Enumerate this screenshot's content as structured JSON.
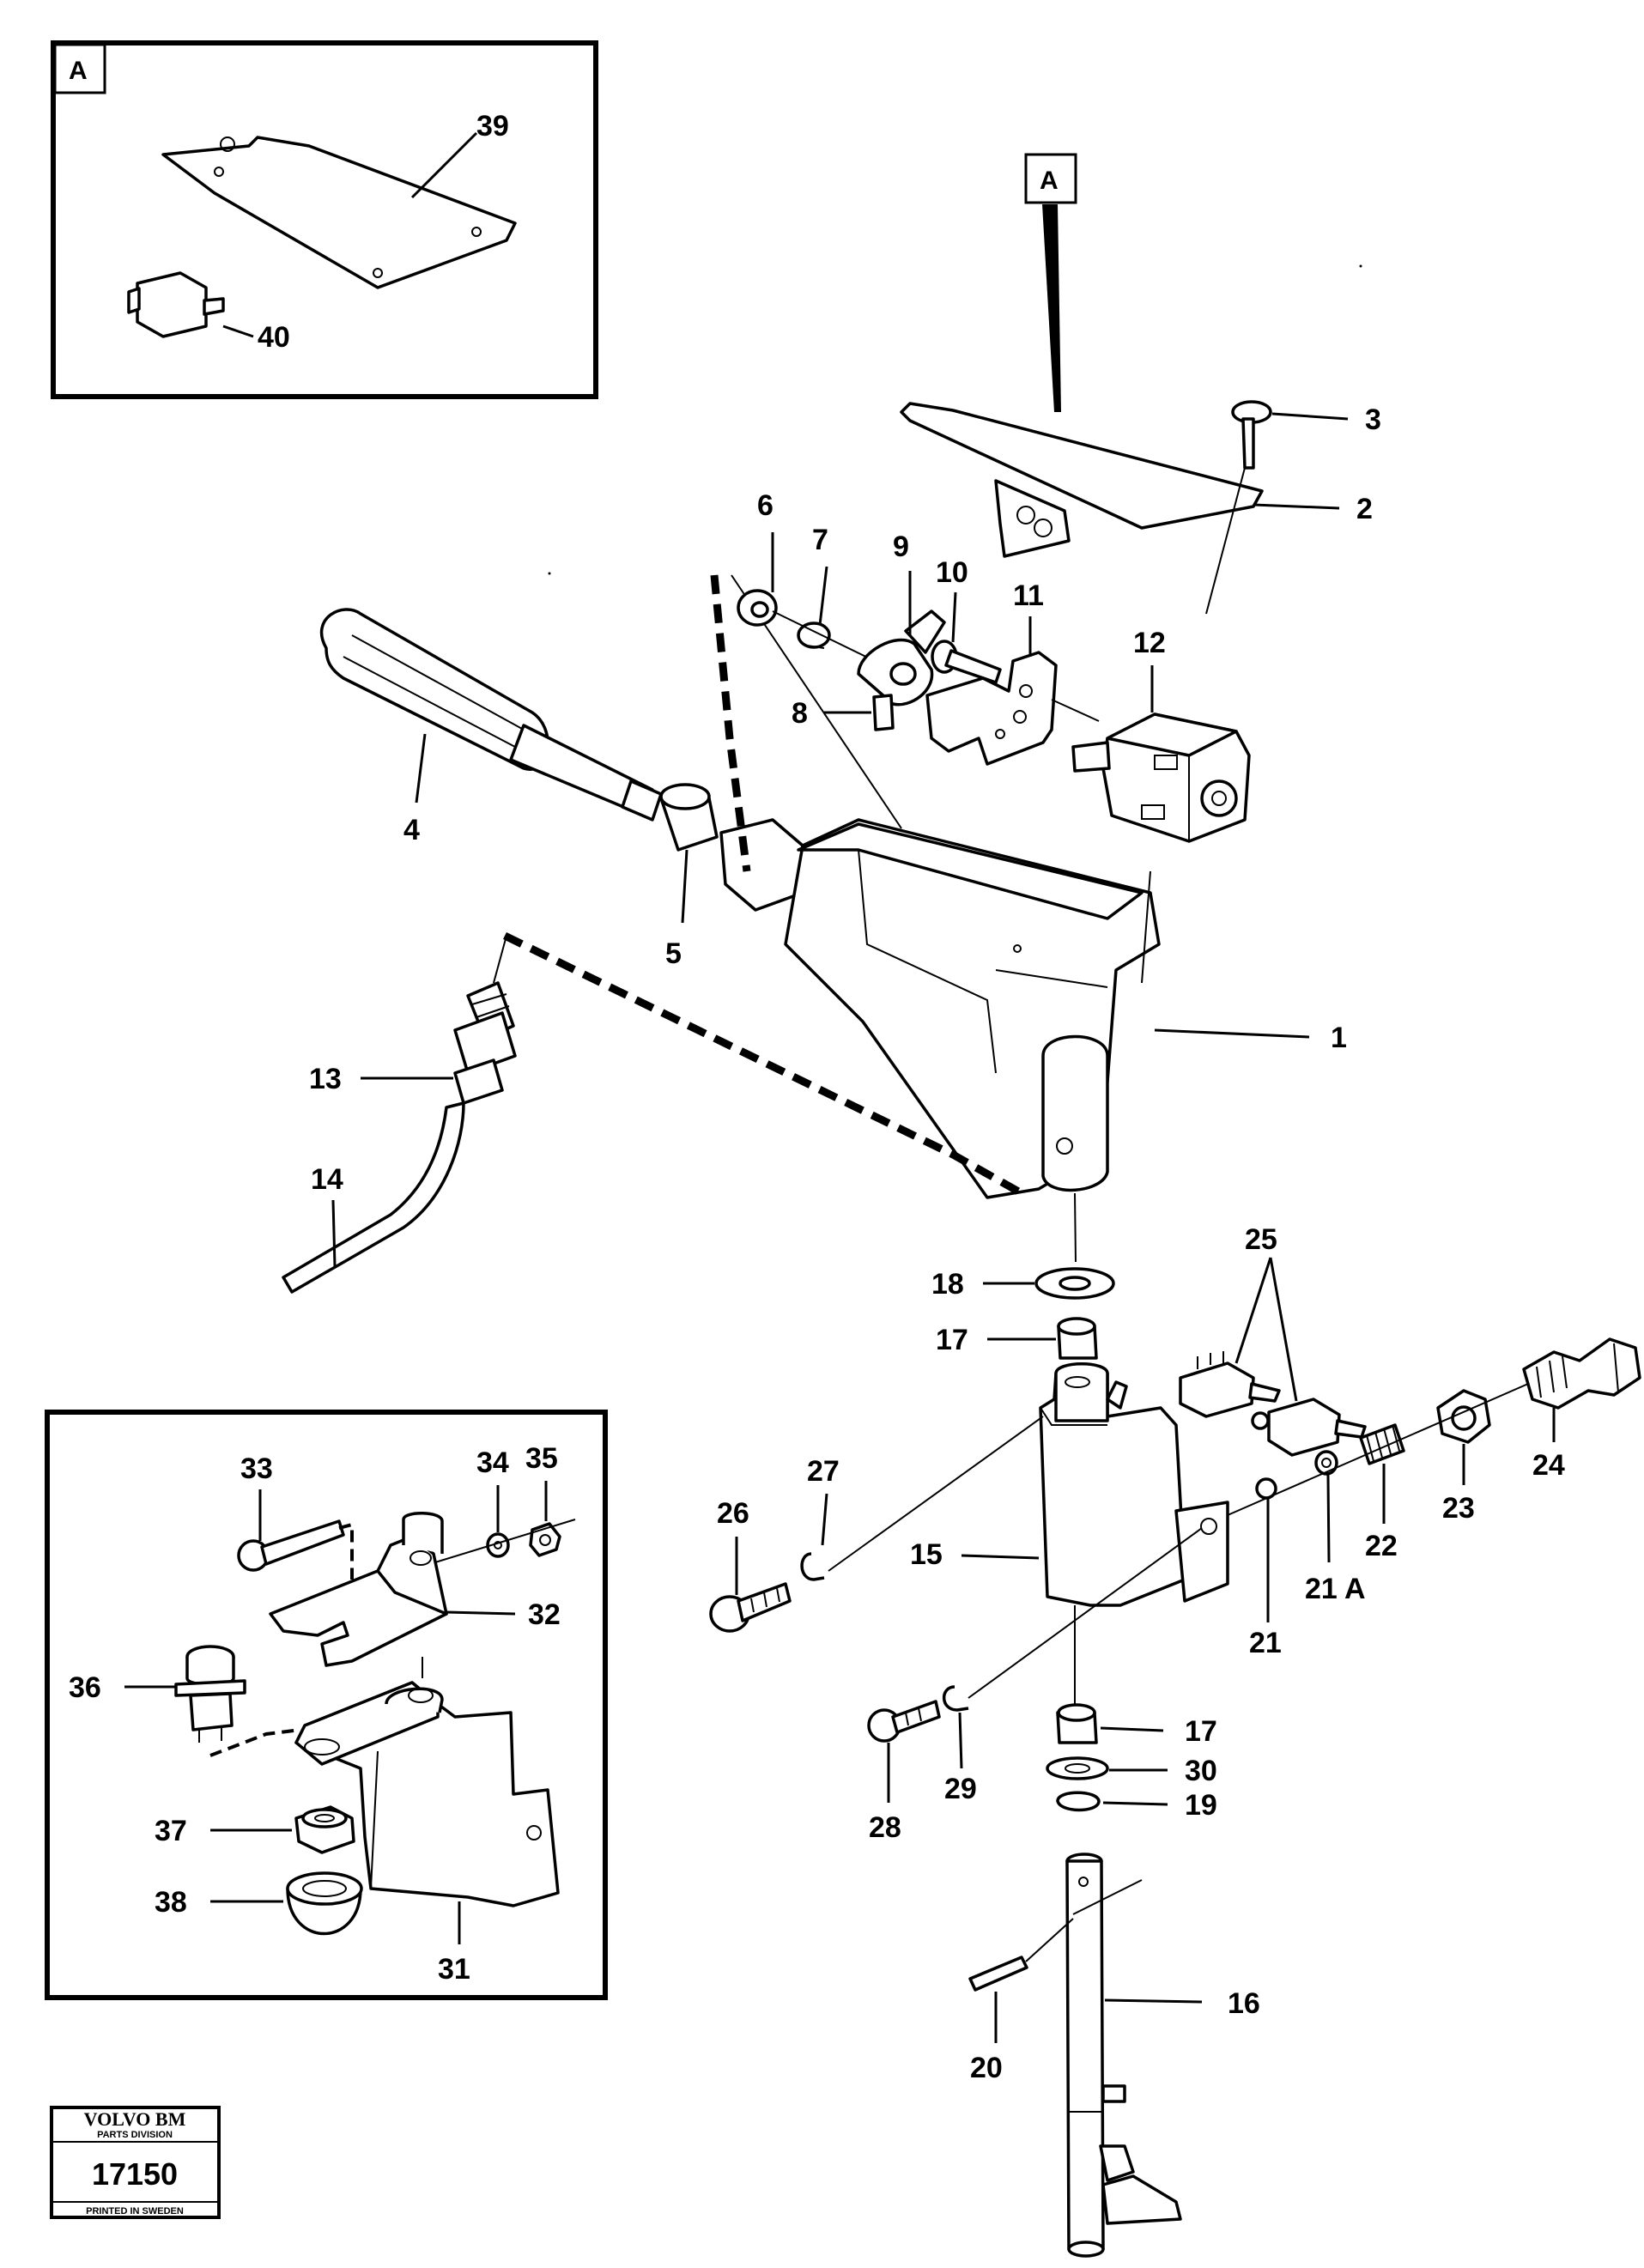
{
  "callouts": {
    "p1": "1",
    "p2": "2",
    "p3": "3",
    "p4": "4",
    "p5": "5",
    "p6": "6",
    "p7": "7",
    "p8": "8",
    "p9": "9",
    "p10": "10",
    "p11": "11",
    "p12": "12",
    "p13": "13",
    "p14": "14",
    "p15": "15",
    "p16": "16",
    "p17a": "17",
    "p17b": "17",
    "p18": "18",
    "p19": "19",
    "p20": "20",
    "p21": "21",
    "p21a": "21 A",
    "p22": "22",
    "p23": "23",
    "p24": "24",
    "p25": "25",
    "p26": "26",
    "p27": "27",
    "p28": "28",
    "p29": "29",
    "p30": "30",
    "p31": "31",
    "p32": "32",
    "p33": "33",
    "p34": "34",
    "p35": "35",
    "p36": "36",
    "p37": "37",
    "p38": "38",
    "p39": "39",
    "p40": "40"
  },
  "detail_tags": {
    "inset": "A",
    "main": "A"
  },
  "stamp": {
    "brand": "VOLVO BM",
    "division": "PARTS DIVISION",
    "number": "17150",
    "printed": "PRINTED IN SWEDEN"
  }
}
